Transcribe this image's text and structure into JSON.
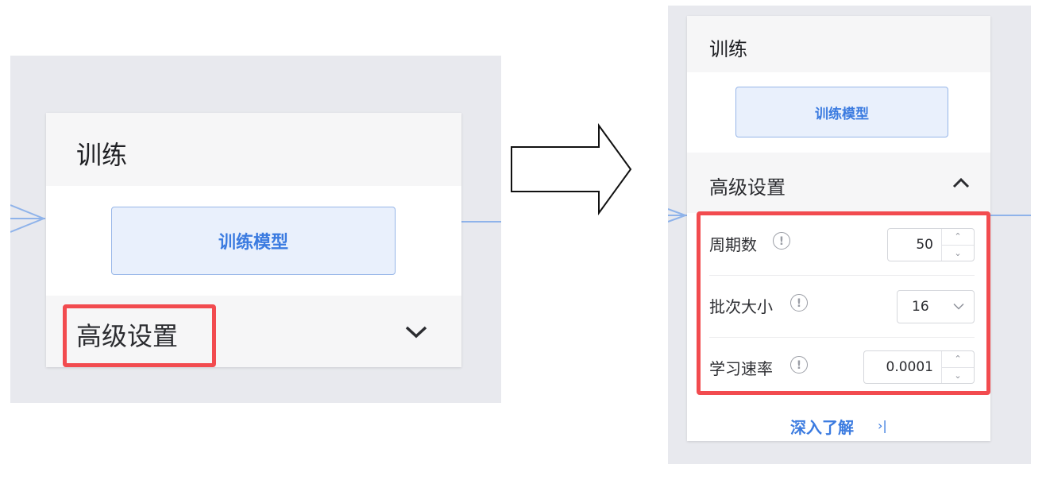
{
  "left_panel": {
    "title": "训练",
    "train_button": "训练模型",
    "advanced_settings": "高级设置",
    "advanced_chevron_icon": "chevron-down-icon"
  },
  "transition_arrow_icon": "arrow-right-outline-icon",
  "right_panel": {
    "title": "训练",
    "train_button": "训练模型",
    "advanced_settings": "高级设置",
    "advanced_chevron_icon": "chevron-up-icon",
    "params": [
      {
        "label": "周期数",
        "value": "50",
        "control": "number-stepper"
      },
      {
        "label": "批次大小",
        "value": "16",
        "control": "select"
      },
      {
        "label": "学习速率",
        "value": "0.0001",
        "control": "number-stepper"
      }
    ],
    "learn_more": "深入了解",
    "learn_more_icon": "chevron-right-bar-icon"
  },
  "colors": {
    "highlight": "#f24b4f",
    "accent_blue": "#3b7be0",
    "canvas_bg": "#e8e9ee"
  }
}
